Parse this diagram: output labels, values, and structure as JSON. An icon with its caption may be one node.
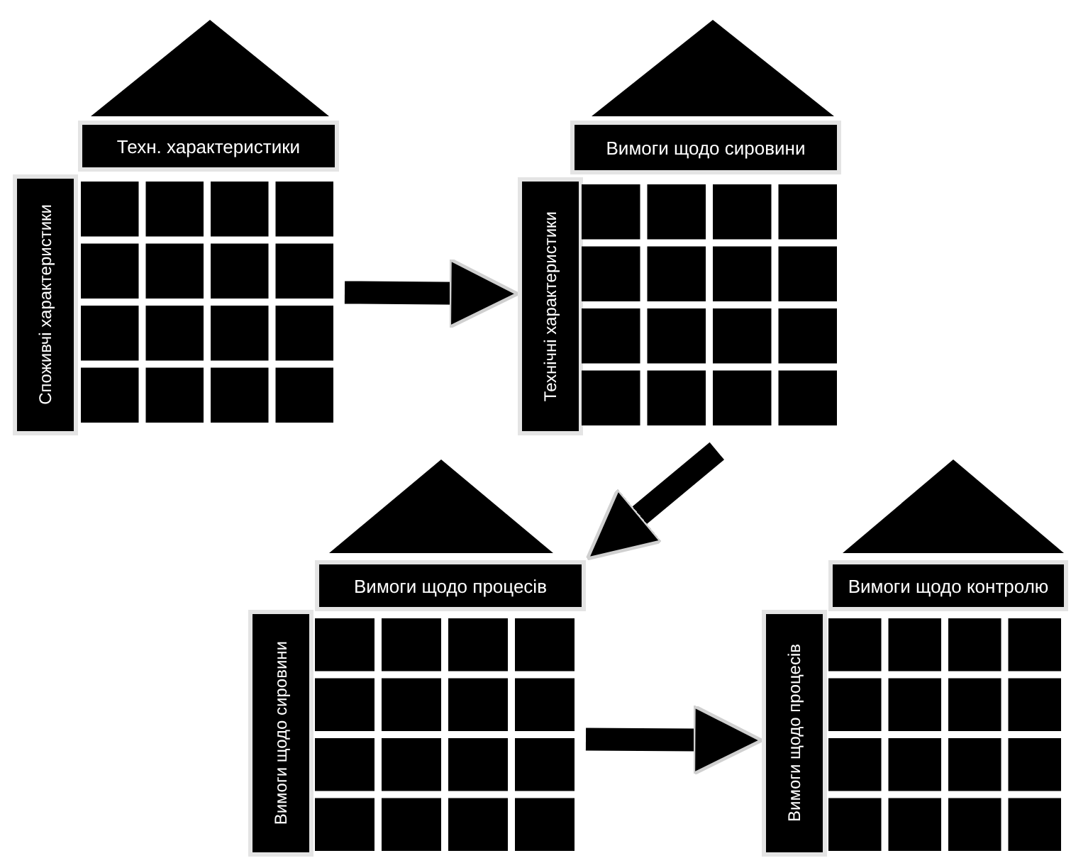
{
  "diagram": {
    "nodes": [
      {
        "text": [],
        "shape": "triangle"
      },
      {
        "text": [
          "Техн. характеристики"
        ]
      },
      {
        "text": [
          "Споживчі характеристики"
        ]
      },
      {
        "text": [],
        "shape": "grid"
      },
      {
        "text": [],
        "shape": "triangle"
      },
      {
        "text": [
          "Вимоги щодо сировини"
        ]
      },
      {
        "text": [
          "Технічні характеристики"
        ]
      },
      {
        "text": [],
        "shape": "grid"
      },
      {
        "text": [],
        "shape": "triangle"
      },
      {
        "text": [
          "Вимоги щодо процесів"
        ]
      },
      {
        "text": [
          "Вимоги щодо сировини"
        ]
      },
      {
        "text": [],
        "shape": "grid"
      },
      {
        "text": [],
        "shape": "triangle"
      },
      {
        "text": [
          "Вимоги щодо контролю"
        ]
      },
      {
        "text": [
          "Вимоги щодо процесів"
        ]
      },
      {
        "text": [],
        "shape": "grid"
      }
    ],
    "edges": [
      {
        "from": 3,
        "to": 6,
        "arrow": "to"
      },
      {
        "from": 7,
        "to": 9,
        "arrow": "to"
      },
      {
        "from": 11,
        "to": 14,
        "arrow": "to"
      }
    ]
  }
}
